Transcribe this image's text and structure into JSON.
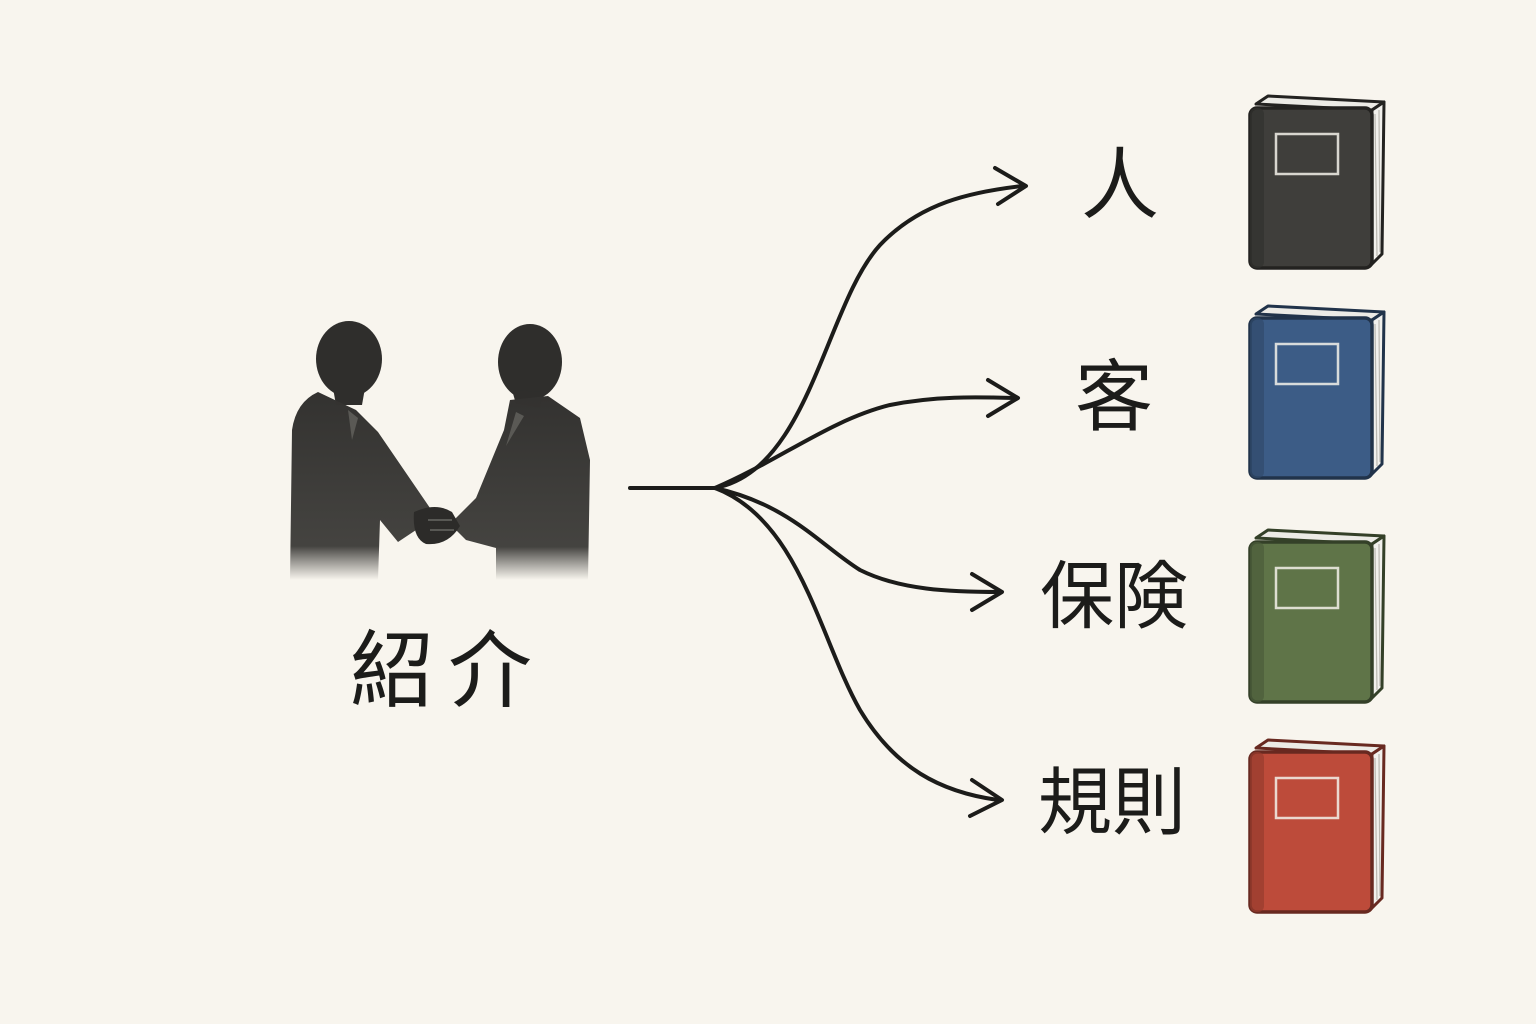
{
  "source": {
    "label": "紹介",
    "icon": "handshake-icon"
  },
  "branches": [
    {
      "label": "人",
      "book_color": "#3f3e3b",
      "icon": "book-icon"
    },
    {
      "label": "客",
      "book_color": "#3c5c86",
      "icon": "book-icon"
    },
    {
      "label": "保険",
      "book_color": "#5f7448",
      "icon": "book-icon"
    },
    {
      "label": "規則",
      "book_color": "#bd4b3a",
      "icon": "book-icon"
    }
  ],
  "colors": {
    "background": "#f8f5ee",
    "ink": "#1c1c1a",
    "silhouette": "#3a3936"
  }
}
